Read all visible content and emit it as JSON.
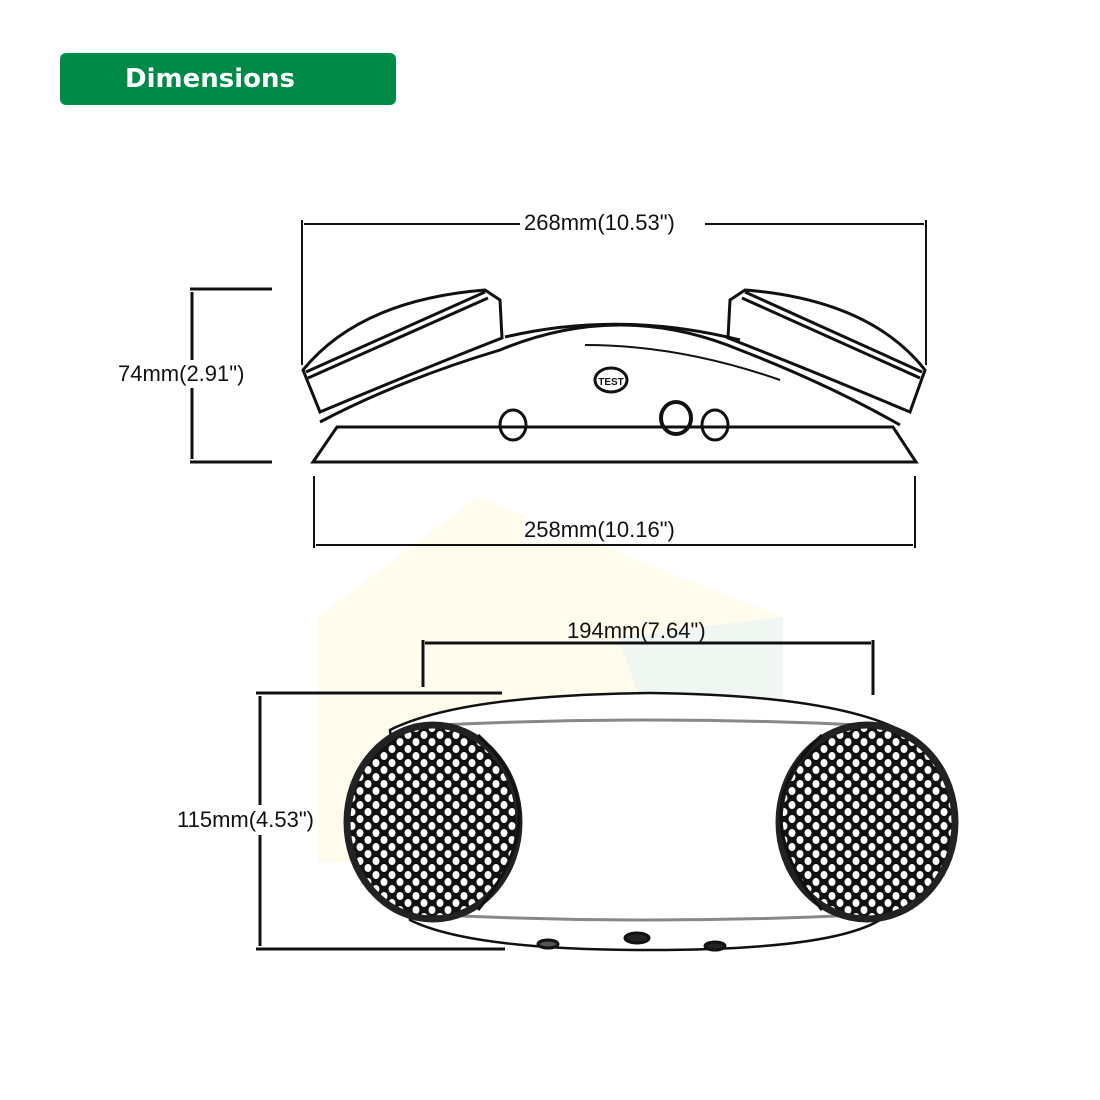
{
  "header": {
    "title": "Dimensions",
    "color": "#008a47"
  },
  "side_view": {
    "overall_width": "268mm(10.53\")",
    "height": "74mm(2.91\")",
    "base_width": "258mm(10.16\")",
    "button_label": "TEST"
  },
  "front_view": {
    "lamp_spacing": "194mm(7.64\")",
    "height": "115mm(4.53\")"
  }
}
